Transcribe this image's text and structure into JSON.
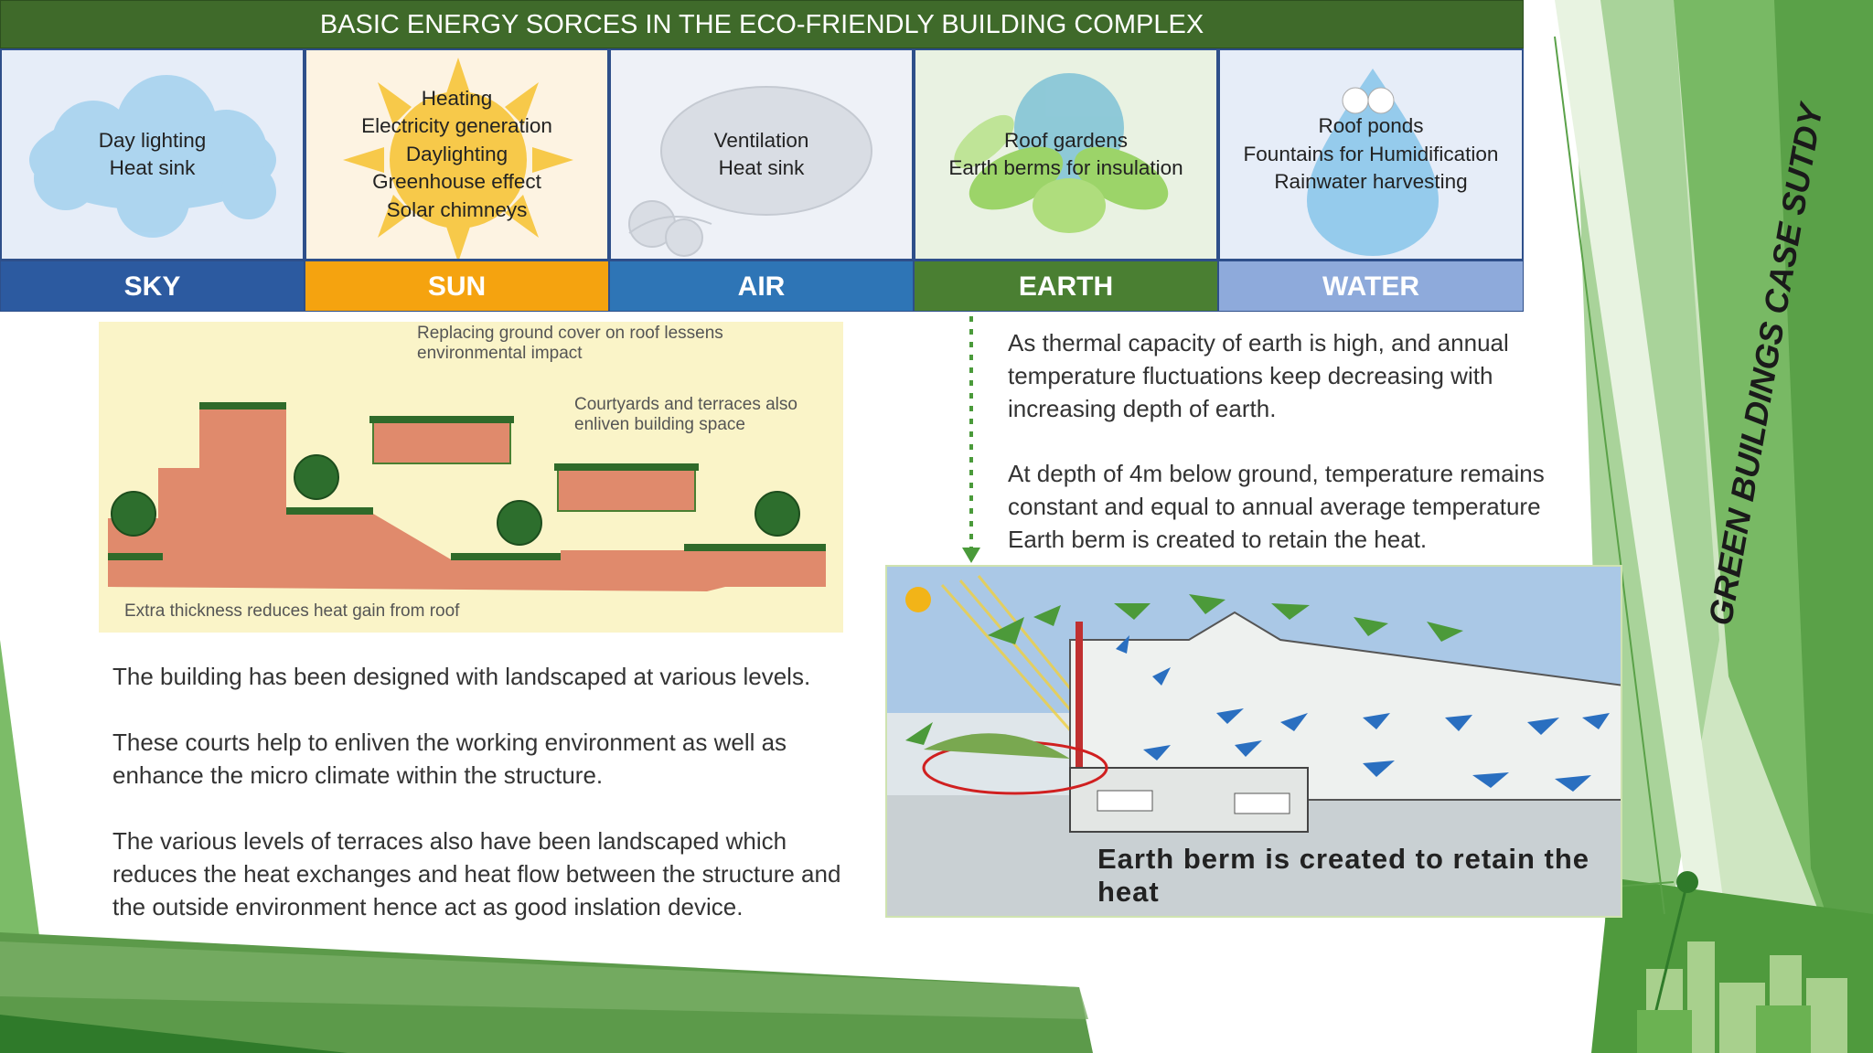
{
  "title": "BASIC ENERGY SORCES IN THE ECO-FRIENDLY BUILDING COMPLEX",
  "side_title": "GREEN BUILDINGS CASE SUTDY",
  "colors": {
    "sky": "#2c5aa0",
    "sun": "#f5a30f",
    "air": "#2e75b6",
    "earth": "#4a7f32",
    "water": "#8eaadb",
    "topbar": "#3f6a2a"
  },
  "sources": [
    {
      "label": "SKY",
      "lines": [
        "Day lighting",
        "Heat sink"
      ],
      "icon": "cloud-icon"
    },
    {
      "label": "SUN",
      "lines": [
        "Heating",
        "Electricity generation",
        "Daylighting",
        "Greenhouse effect",
        "Solar chimneys"
      ],
      "icon": "sun-icon"
    },
    {
      "label": "AIR",
      "lines": [
        "Ventilation",
        "Heat sink"
      ],
      "icon": "wind-cloud-icon"
    },
    {
      "label": "EARTH",
      "lines": [
        "Roof gardens",
        "Earth berms for insulation"
      ],
      "icon": "earth-leaves-icon"
    },
    {
      "label": "WATER",
      "lines": [
        "Roof ponds",
        "Fountains for Humidification",
        "Rainwater harvesting"
      ],
      "icon": "water-drop-icon"
    }
  ],
  "left_diagram": {
    "caption_top": "Replacing ground cover on roof lessens environmental impact",
    "caption_right": "Courtyards and terraces also enliven building space",
    "caption_bottom": "Extra thickness reduces heat gain from roof"
  },
  "right_diagram": {
    "caption": "Earth berm is created to retain the heat"
  },
  "left_paragraphs": [
    "The building has been designed with landscaped at various levels.",
    "These courts help to enliven the working environment as well as enhance the micro climate within the structure.",
    "The various levels of terraces also have been landscaped which reduces the heat exchanges and heat flow between the structure and the outside environment hence act as good inslation device."
  ],
  "right_paragraphs": [
    "As thermal capacity of earth is high, and annual temperature fluctuations keep decreasing with increasing depth of earth.",
    "At depth of 4m below ground, temperature remains constant and equal to annual average temperature Earth berm is created to retain the heat."
  ]
}
